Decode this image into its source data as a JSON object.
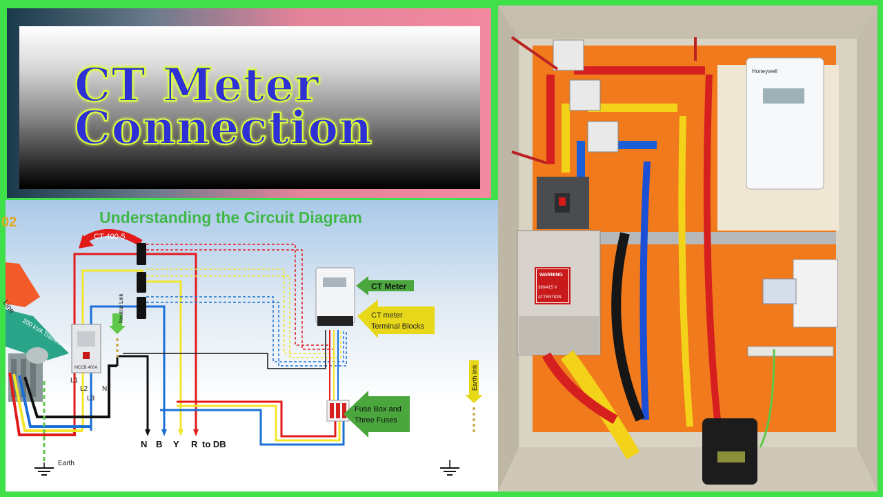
{
  "title": {
    "line1": "CT Meter",
    "line2": "Connection"
  },
  "diagram": {
    "heading": "Understanding the Circuit Diagram",
    "corner_fragment": "02",
    "ct_label": "CT 400-5",
    "line_label": "Line",
    "transformer_label": "200 kVA Transformer",
    "breaker_label": "MCCB 400A",
    "neutral_link_label": "Neutral Link",
    "phase_labels": [
      "L1",
      "L2",
      "L3",
      "N"
    ],
    "output_labels": [
      "N",
      "B",
      "Y",
      "R",
      "to DB"
    ],
    "callout_ct_meter": "CT Meter",
    "callout_terminal_line1": "CT meter",
    "callout_terminal_line2": "Terminal Blocks",
    "callout_fuse_line1": "Fuse Box and",
    "callout_fuse_line2": "Three Fuses",
    "earth_label": "Earth",
    "earth_link_label": "Earth link"
  },
  "photo": {
    "warning_title": "WARNING",
    "warning_voltage": "380/415 V",
    "warning_attention": "ATTENTION",
    "meter_brand": "Honeywell"
  },
  "colors": {
    "frame": "#3fe04a",
    "title_text": "#2f2fd6",
    "title_glow": "#d8ff3a",
    "heading": "#43b84a",
    "panel": "#f07a1c"
  }
}
